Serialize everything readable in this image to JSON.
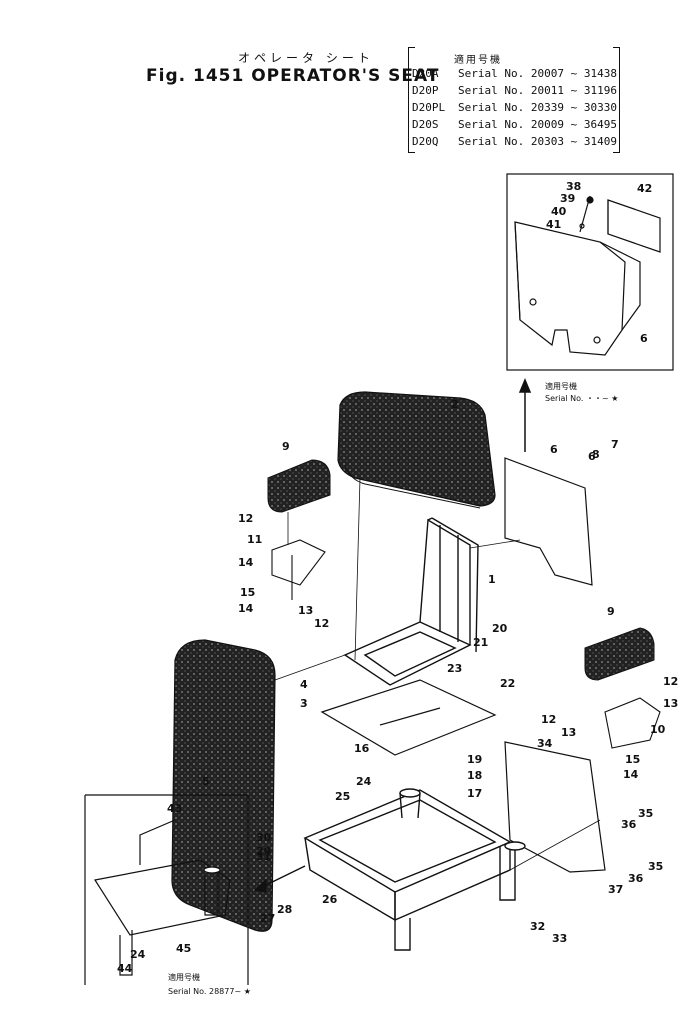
{
  "header": {
    "japanese_title": "オペレータ シート",
    "figure_title": "Fig. 1451 OPERATOR'S SEAT"
  },
  "serial_table": {
    "heading": "適用号機",
    "rows": [
      {
        "model": "D20A",
        "serial": "Serial No. 20007 ~ 31438"
      },
      {
        "model": "D20P",
        "serial": "Serial No. 20011 ~ 31196"
      },
      {
        "model": "D20PL",
        "serial": "Serial No. 20339 ~ 30330"
      },
      {
        "model": "D20S",
        "serial": "Serial No. 20009 ~ 36495"
      },
      {
        "model": "D20Q",
        "serial": "Serial No. 20303 ~ 31409"
      }
    ]
  },
  "inset_notes": {
    "top_heading": "適用号機",
    "top_serial": "Serial No. ・・~ ★",
    "bottom_heading": "適用号機",
    "bottom_serial": "Serial No. 28877~ ★"
  },
  "part_labels": [
    "1",
    "2",
    "3",
    "4",
    "5",
    "6",
    "6",
    "6",
    "7",
    "8",
    "9",
    "9",
    "10",
    "11",
    "12",
    "12",
    "12",
    "12",
    "13",
    "13",
    "13",
    "14",
    "14",
    "14",
    "15",
    "15",
    "16",
    "17",
    "18",
    "19",
    "20",
    "21",
    "22",
    "23",
    "24",
    "24",
    "25",
    "26",
    "27",
    "28",
    "29",
    "30",
    "31",
    "32",
    "33",
    "34",
    "35",
    "35",
    "36",
    "36",
    "37",
    "38",
    "39",
    "40",
    "41",
    "42",
    "43",
    "44",
    "45"
  ],
  "colors": {
    "ink": "#111111",
    "paper": "#ffffff"
  }
}
